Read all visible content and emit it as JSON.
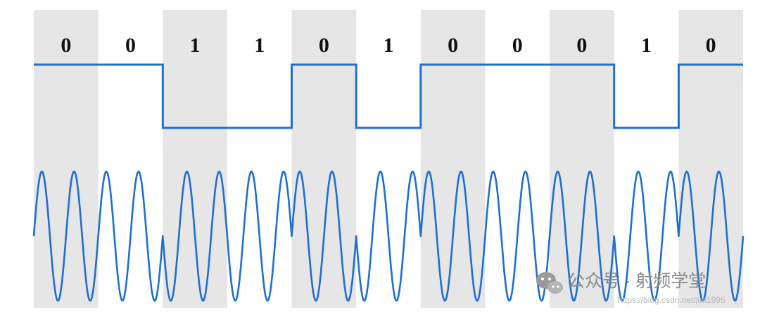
{
  "diagram": {
    "bits": [
      "0",
      "0",
      "1",
      "1",
      "0",
      "1",
      "0",
      "0",
      "0",
      "1",
      "0"
    ],
    "digital_level_by_slot": [
      "high",
      "high",
      "low",
      "low",
      "high",
      "low",
      "high",
      "high",
      "high",
      "low",
      "high"
    ],
    "colors": {
      "shade": "#e6e6e6",
      "signal": "#1f6fd1",
      "background": "#ffffff",
      "label": "#111111"
    }
  },
  "watermark": {
    "icon": "wechat-icon",
    "text": "公众号 · 射频学堂",
    "url": "https://blog.csdn.net/jim1995"
  }
}
